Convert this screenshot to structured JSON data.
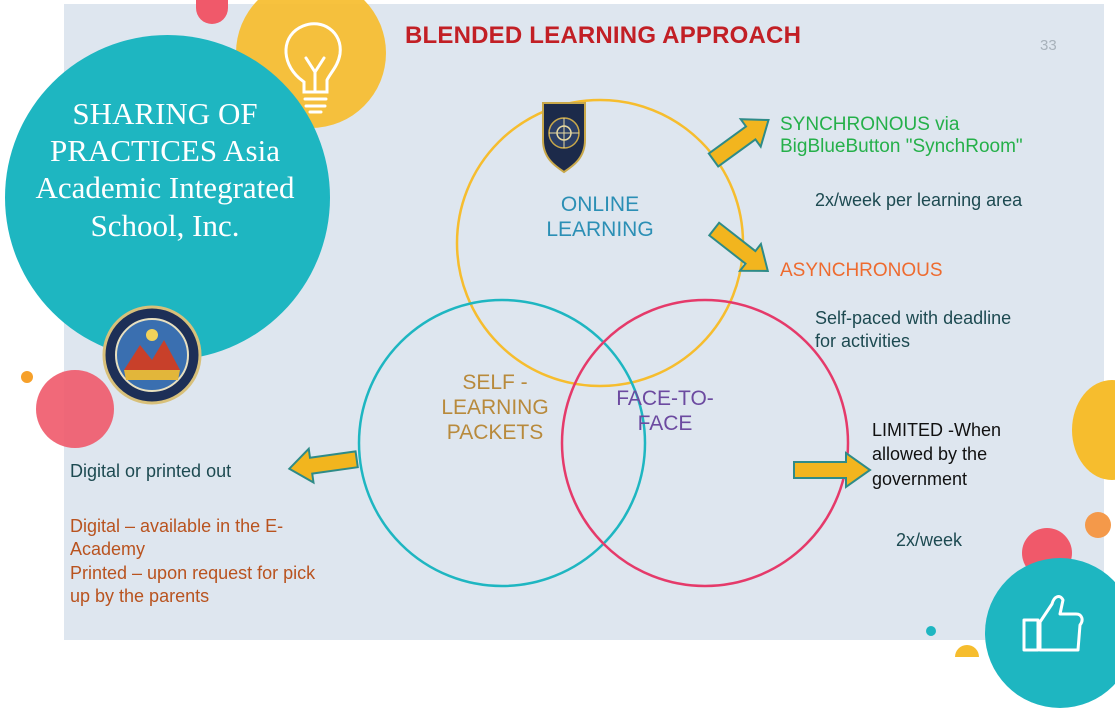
{
  "slide": {
    "title": "BLENDED LEARNING APPROACH",
    "page_number": "33",
    "school_text": "SHARING OF PRACTICES Asia Academic Integrated School, Inc."
  },
  "circles": {
    "online": {
      "label_line1": "ONLINE",
      "label_line2": "LEARNING"
    },
    "self": {
      "label_line1": "SELF -",
      "label_line2": "LEARNING",
      "label_line3": "PACKETS"
    },
    "face": {
      "label_line1": "FACE-TO-",
      "label_line2": "FACE"
    }
  },
  "annotations": {
    "synchronous_line1": "SYNCHRONOUS via",
    "synchronous_line2": "BigBlueButton \"SynchRoom\"",
    "sync_frequency": "2x/week per learning area",
    "asynchronous": "ASYNCHRONOUS",
    "async_line1": "Self-paced with deadline",
    "async_line2": "for activities",
    "limited_line1": "LIMITED -When",
    "limited_line2": "allowed by the",
    "limited_line3": "government",
    "limited_frequency": "2x/week",
    "digital_or_printed": "Digital or printed out",
    "digital_line1": "Digital – available in the E-",
    "digital_line2": "Academy",
    "printed_line1": "Printed – upon request for pick",
    "printed_line2": "up by the parents"
  },
  "colors": {
    "slide_bg": "#dee6ef",
    "title_red": "#c21f25",
    "teal": "#1eb6c1",
    "yellow": "#f6bd2e",
    "coral": "#f0596a",
    "magenta": "#e53a6a",
    "arrow_fill": "#f2b51e",
    "arrow_stroke": "#2e8b88",
    "green_text": "#25b04a",
    "orange_text": "#ee6b2f",
    "brown_text": "#b9531f",
    "dark_teal_text": "#1d4a51",
    "olive_label": "#b88a3c",
    "purple_label": "#6c4aa0",
    "teal_label": "#2b8fb5"
  },
  "icons": [
    "lightbulb-icon",
    "school-crest-icon",
    "school-seal-icon",
    "thumbs-up-icon",
    "arrow-right-icon",
    "arrow-left-icon"
  ]
}
